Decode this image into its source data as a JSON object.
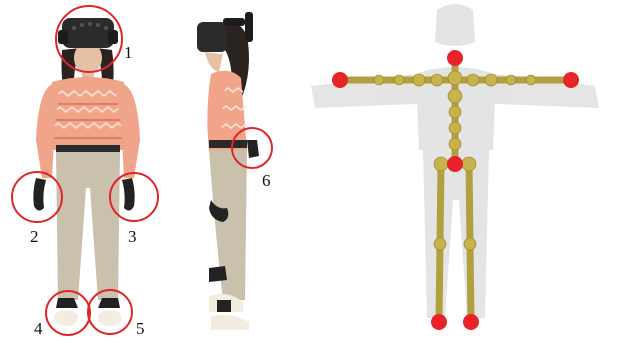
{
  "markers": [
    {
      "id": "1",
      "label": "1"
    },
    {
      "id": "2",
      "label": "2"
    },
    {
      "id": "3",
      "label": "3"
    },
    {
      "id": "4",
      "label": "4"
    },
    {
      "id": "5",
      "label": "5"
    },
    {
      "id": "6",
      "label": "6"
    }
  ],
  "colors": {
    "marker_circle": "#e0262b",
    "skeleton_bone": "#b0a040",
    "skeleton_joint": "#c8b24a",
    "tracked_joint": "#e8232a",
    "sweater": "#f0a48a",
    "pants": "#c9c1ab",
    "headset": "#2b2b2b"
  },
  "icons": [
    "vr-headset",
    "hand-controller",
    "foot-tracker",
    "waist-tracker",
    "avatar-skeleton"
  ]
}
